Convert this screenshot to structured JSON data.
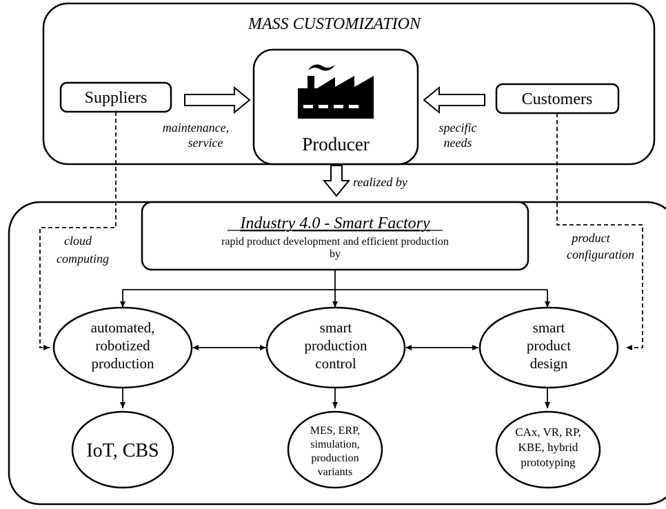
{
  "top_section": {
    "title": "MASS CUSTOMIZATION",
    "suppliers": "Suppliers",
    "customers": "Customers",
    "producer": "Producer",
    "left_arrow_label": [
      "maintenance,",
      "service"
    ],
    "right_arrow_label": [
      "specific",
      "needs"
    ]
  },
  "connector": {
    "realized_label": "realized by",
    "cloud_label": [
      "cloud",
      "computing"
    ],
    "config_label": [
      "product",
      "configuration"
    ]
  },
  "bottom_section": {
    "smart_factory_title": "Industry 4.0 - Smart Factory",
    "smart_factory_sub": [
      "rapid product development and efficient production",
      "by"
    ],
    "node_automated": [
      "automated,",
      "robotized",
      "production"
    ],
    "node_control": [
      "smart",
      "production",
      "control"
    ],
    "node_design": [
      "smart",
      "product",
      "design"
    ],
    "leaf_iot": "IoT, CBS",
    "leaf_mes": [
      "MES, ERP,",
      "simulation,",
      "production",
      "variants"
    ],
    "leaf_cax": [
      "CAx, VR, RP,",
      "KBE, hybrid",
      "prototyping"
    ]
  }
}
